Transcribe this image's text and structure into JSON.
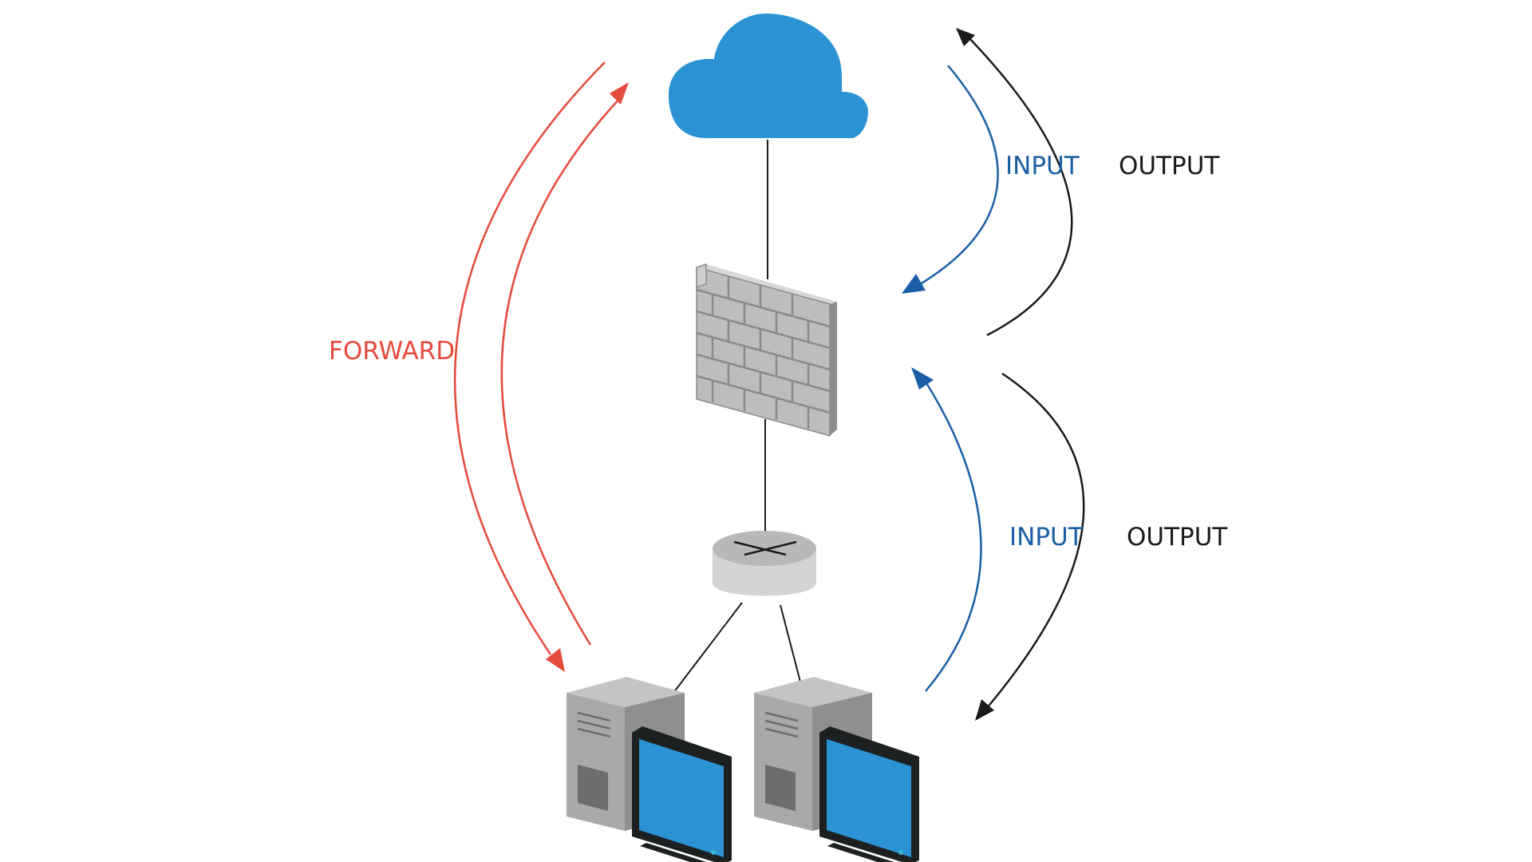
{
  "labels": {
    "forward": "FORWARD",
    "input_top": "INPUT",
    "output_top": "OUTPUT",
    "input_bottom": "INPUT",
    "output_bottom": "OUTPUT"
  },
  "colors": {
    "forward": "#e54b3c",
    "input": "#1a5fa5",
    "output": "#1a1a1a",
    "cloud": "#2b93d4",
    "wall": "#bdbdbd",
    "wall_dark": "#8d8d8d",
    "router": "#c8c8c8",
    "tower": "#a9a9a9",
    "screen": "#2b93d4",
    "monitor_frame": "#1d2021"
  },
  "icons": [
    "cloud-icon",
    "firewall-icon",
    "router-icon",
    "computer-icon"
  ]
}
